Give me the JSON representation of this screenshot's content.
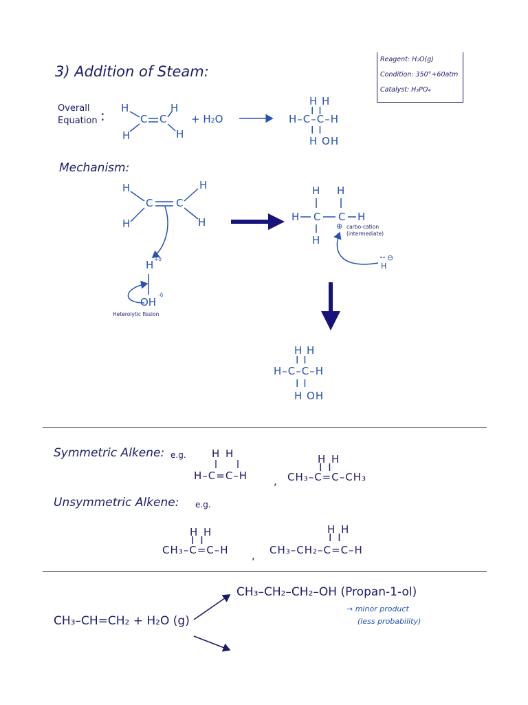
{
  "section3": {
    "heading": "3) Addition of Steam:",
    "reagent": "Reagent: H₂O(g)",
    "condition": "Condition: 350°+60atm",
    "catalyst": "Catalyst: H₃PO₄",
    "overall_label_1": "Overall",
    "overall_label_2": "Equation",
    "colon": ":",
    "water": "+ H₂O",
    "mechanism_label": "Mechanism:",
    "carbocation_label_1": "carbo-cation",
    "carbocation_label_2": "(intermediate)",
    "heterolytic": "Heterolytic fission",
    "delta_plus": "+δ",
    "delta_minus": "-δ",
    "oh": "OH",
    "h": "H",
    "c": "C",
    "plus_charge": "⊕",
    "minus_charge": "⊖",
    "lone_pair": "••",
    "ethanol_top": "H   H",
    "ethanol_bars_top": "I    I",
    "ethanol_mid": "H–C–C–H",
    "ethanol_bars_bot": "I    I",
    "ethanol_bot": "H   OH"
  },
  "alkenes": {
    "symmetric_label": "Symmetric Alkene:",
    "unsymmetric_label": "Unsymmetric Alkene:",
    "eg": "e.g.",
    "sym_ex1_top": "H   H",
    "sym_ex1_mid": "H–C=C–H",
    "comma": ",",
    "sym_ex2_top": "H   H",
    "sym_ex2_bars": "I    I",
    "sym_ex2_mid": "CH₃–C=C–CH₃",
    "unsym_ex1_top": "H   H",
    "unsym_ex1_bars": "I    I",
    "unsym_ex1_mid": "CH₃–C=C–H",
    "unsym_ex2_top": "H   H",
    "unsym_ex2_bars": "I    I",
    "unsym_ex2_mid": "CH₃–CH₂–C=C–H"
  },
  "propene": {
    "reactant": "CH₃–CH=CH₂ + H₂O (g)",
    "product_minor": "CH₃–CH₂–CH₂–OH (Propan-1-ol)",
    "minor_note_1": "→ minor product",
    "minor_note_2": "(less probability)"
  },
  "colors": {
    "navy": "#1c1a6b",
    "blue": "#2550b5",
    "arrow": "#17137a"
  }
}
